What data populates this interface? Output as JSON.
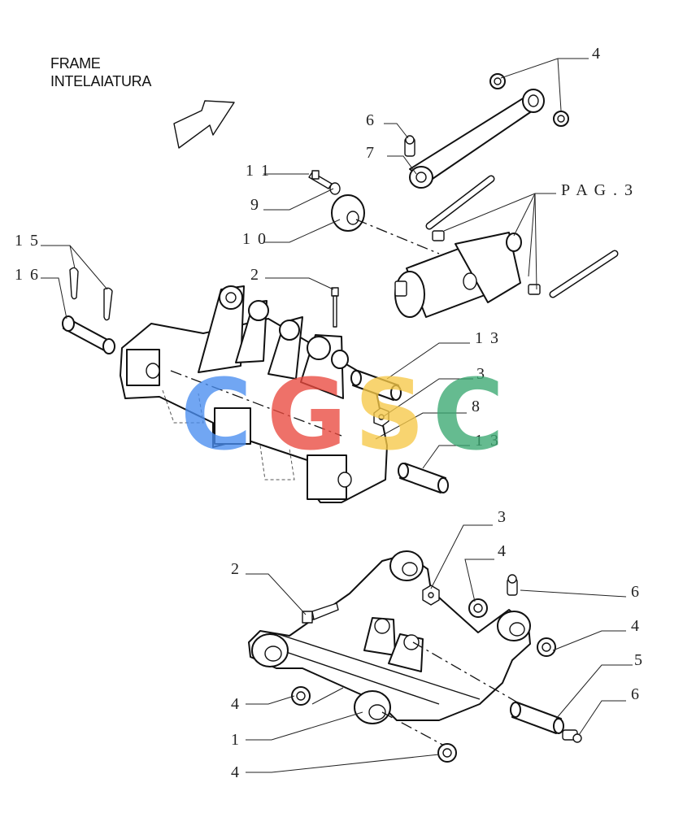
{
  "title": {
    "line1": "FRAME",
    "line2": "INTELAIATURA"
  },
  "callouts": [
    {
      "id": "c4-top",
      "text": "4"
    },
    {
      "id": "c6-top",
      "text": "6"
    },
    {
      "id": "c7",
      "text": "7"
    },
    {
      "id": "c11",
      "text": "1 1"
    },
    {
      "id": "c9",
      "text": "9"
    },
    {
      "id": "c10",
      "text": "1 0"
    },
    {
      "id": "cpag3",
      "text": "P A G . 3"
    },
    {
      "id": "c15",
      "text": "1 5"
    },
    {
      "id": "c16",
      "text": "1 6"
    },
    {
      "id": "c2-top",
      "text": "2"
    },
    {
      "id": "c13-a",
      "text": "1 3"
    },
    {
      "id": "c3-top",
      "text": "3"
    },
    {
      "id": "c8",
      "text": "8"
    },
    {
      "id": "c13-b",
      "text": "1 3"
    },
    {
      "id": "c3-bot",
      "text": "3"
    },
    {
      "id": "c4-mid",
      "text": "4"
    },
    {
      "id": "c2-bot",
      "text": "2"
    },
    {
      "id": "c6-mid",
      "text": "6"
    },
    {
      "id": "c4-right",
      "text": "4"
    },
    {
      "id": "c5",
      "text": "5"
    },
    {
      "id": "c6-bot",
      "text": "6"
    },
    {
      "id": "c4-left",
      "text": "4"
    },
    {
      "id": "c1",
      "text": "1"
    },
    {
      "id": "c4-bottom",
      "text": "4"
    }
  ],
  "watermark": {
    "letters": [
      "C",
      "G",
      "S",
      "C"
    ],
    "colors": [
      "#4a8ef0",
      "#ea4a3f",
      "#f7c948",
      "#3aa871"
    ]
  }
}
